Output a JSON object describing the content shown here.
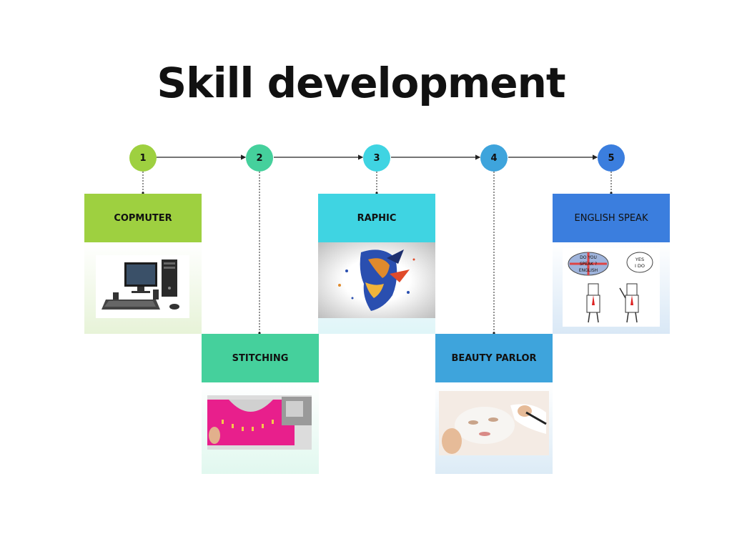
{
  "title": "Skill development",
  "steps": [
    {
      "number": "1",
      "label": "COPMUTER"
    },
    {
      "number": "2",
      "label": "STITCHING"
    },
    {
      "number": "3",
      "label": "RAPHIC"
    },
    {
      "number": "4",
      "label": "BEAUTY PARLOR"
    },
    {
      "number": "5",
      "label": "ENGLISH SPEAK"
    }
  ],
  "illustrations": {
    "speech_left": "DO YOU SPEAK ENGLISH ?",
    "speech_right": "YES I DO"
  },
  "colors": {
    "step1": "#9ed040",
    "step2": "#45d09c",
    "step3": "#3fd4e2",
    "step4": "#3ea4dc",
    "step5": "#3b7ede"
  }
}
